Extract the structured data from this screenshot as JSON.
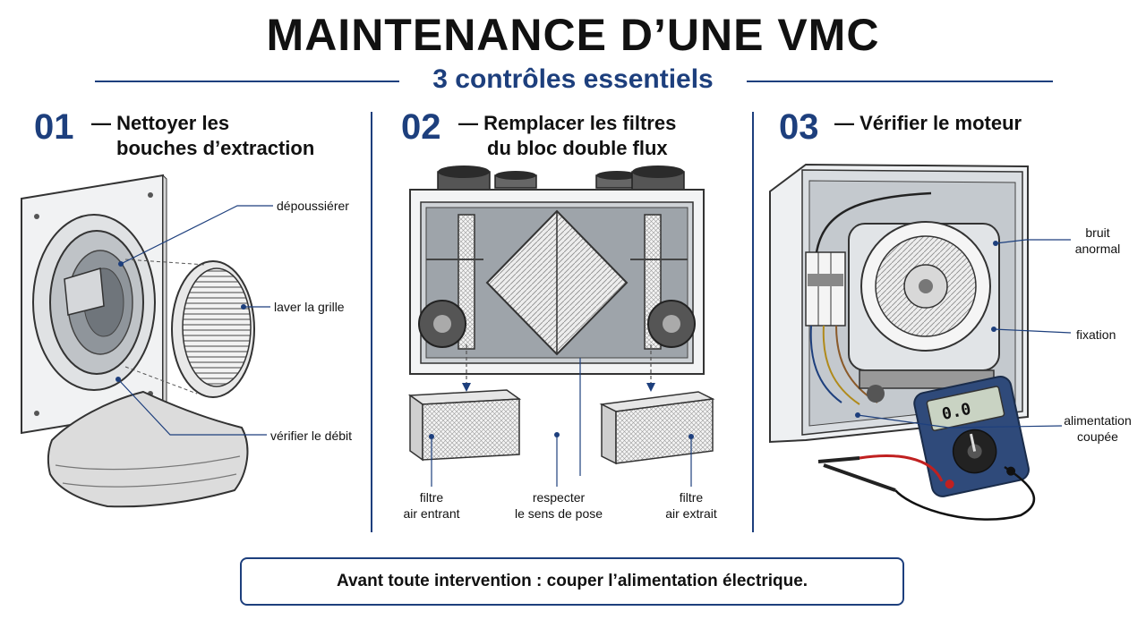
{
  "header": {
    "title": "MAINTENANCE D’UNE VMC",
    "subtitle": "3 contrôles essentiels"
  },
  "steps": [
    {
      "number": "01",
      "title_line1": "— Nettoyer les",
      "title_line2": "bouches d’extraction",
      "labels": [
        "dépoussiérer",
        "laver la grille",
        "vérifier le débit"
      ]
    },
    {
      "number": "02",
      "title_line1": "— Remplacer les filtres",
      "title_line2": "du bloc double flux",
      "labels": [
        {
          "line1": "filtre",
          "line2": "air entrant"
        },
        {
          "line1": "respecter",
          "line2": "le sens de pose"
        },
        {
          "line1": "filtre",
          "line2": "air extrait"
        }
      ]
    },
    {
      "number": "03",
      "title_line1": "— Vérifier le moteur",
      "title_line2": "",
      "labels": [
        {
          "line1": "bruit",
          "line2": "anormal"
        },
        {
          "line1": "fixation",
          "line2": ""
        },
        {
          "line1": "alimentation",
          "line2": "coupée"
        }
      ],
      "multimeter_display": "0.0"
    }
  ],
  "footer": {
    "warning": "Avant toute intervention : couper l’alimentation électrique."
  },
  "colors": {
    "accent": "#1d3f7d",
    "line": "#333333",
    "metal": "#e9ecef",
    "meter_body": "#2f4a7a"
  }
}
